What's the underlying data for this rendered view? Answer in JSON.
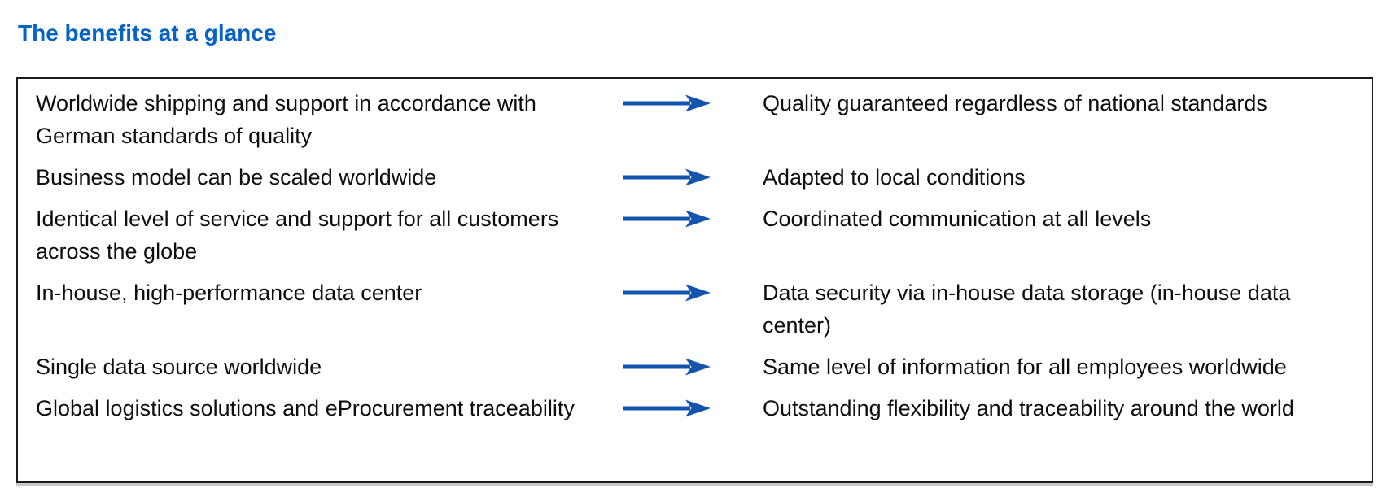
{
  "page": {
    "title": "The benefits at a glance"
  },
  "colors": {
    "title_blue": "#0663C5",
    "arrow_blue": "#1355AE",
    "border_black": "#1b1b1b",
    "text_black": "#0e0e0e"
  },
  "benefits_table": {
    "rows": [
      {
        "left": "Worldwide shipping and support in accordance with German standards of quality",
        "right": "Quality guaranteed regardless of national standards"
      },
      {
        "left": "Business model can be scaled worldwide",
        "right": "Adapted to local conditions"
      },
      {
        "left": "Identical level of service and support for all customers across the globe",
        "right": "Coordinated communication at all levels"
      },
      {
        "left": "In-house, high-performance data center",
        "right": "Data security via in-house data storage (in-house data center)"
      },
      {
        "left": "Single data source worldwide",
        "right": "Same level of information for all employees worldwide"
      },
      {
        "left": "Global logistics solutions and eProcurement traceability",
        "right": "Outstanding flexibility and traceability around the world"
      }
    ]
  }
}
